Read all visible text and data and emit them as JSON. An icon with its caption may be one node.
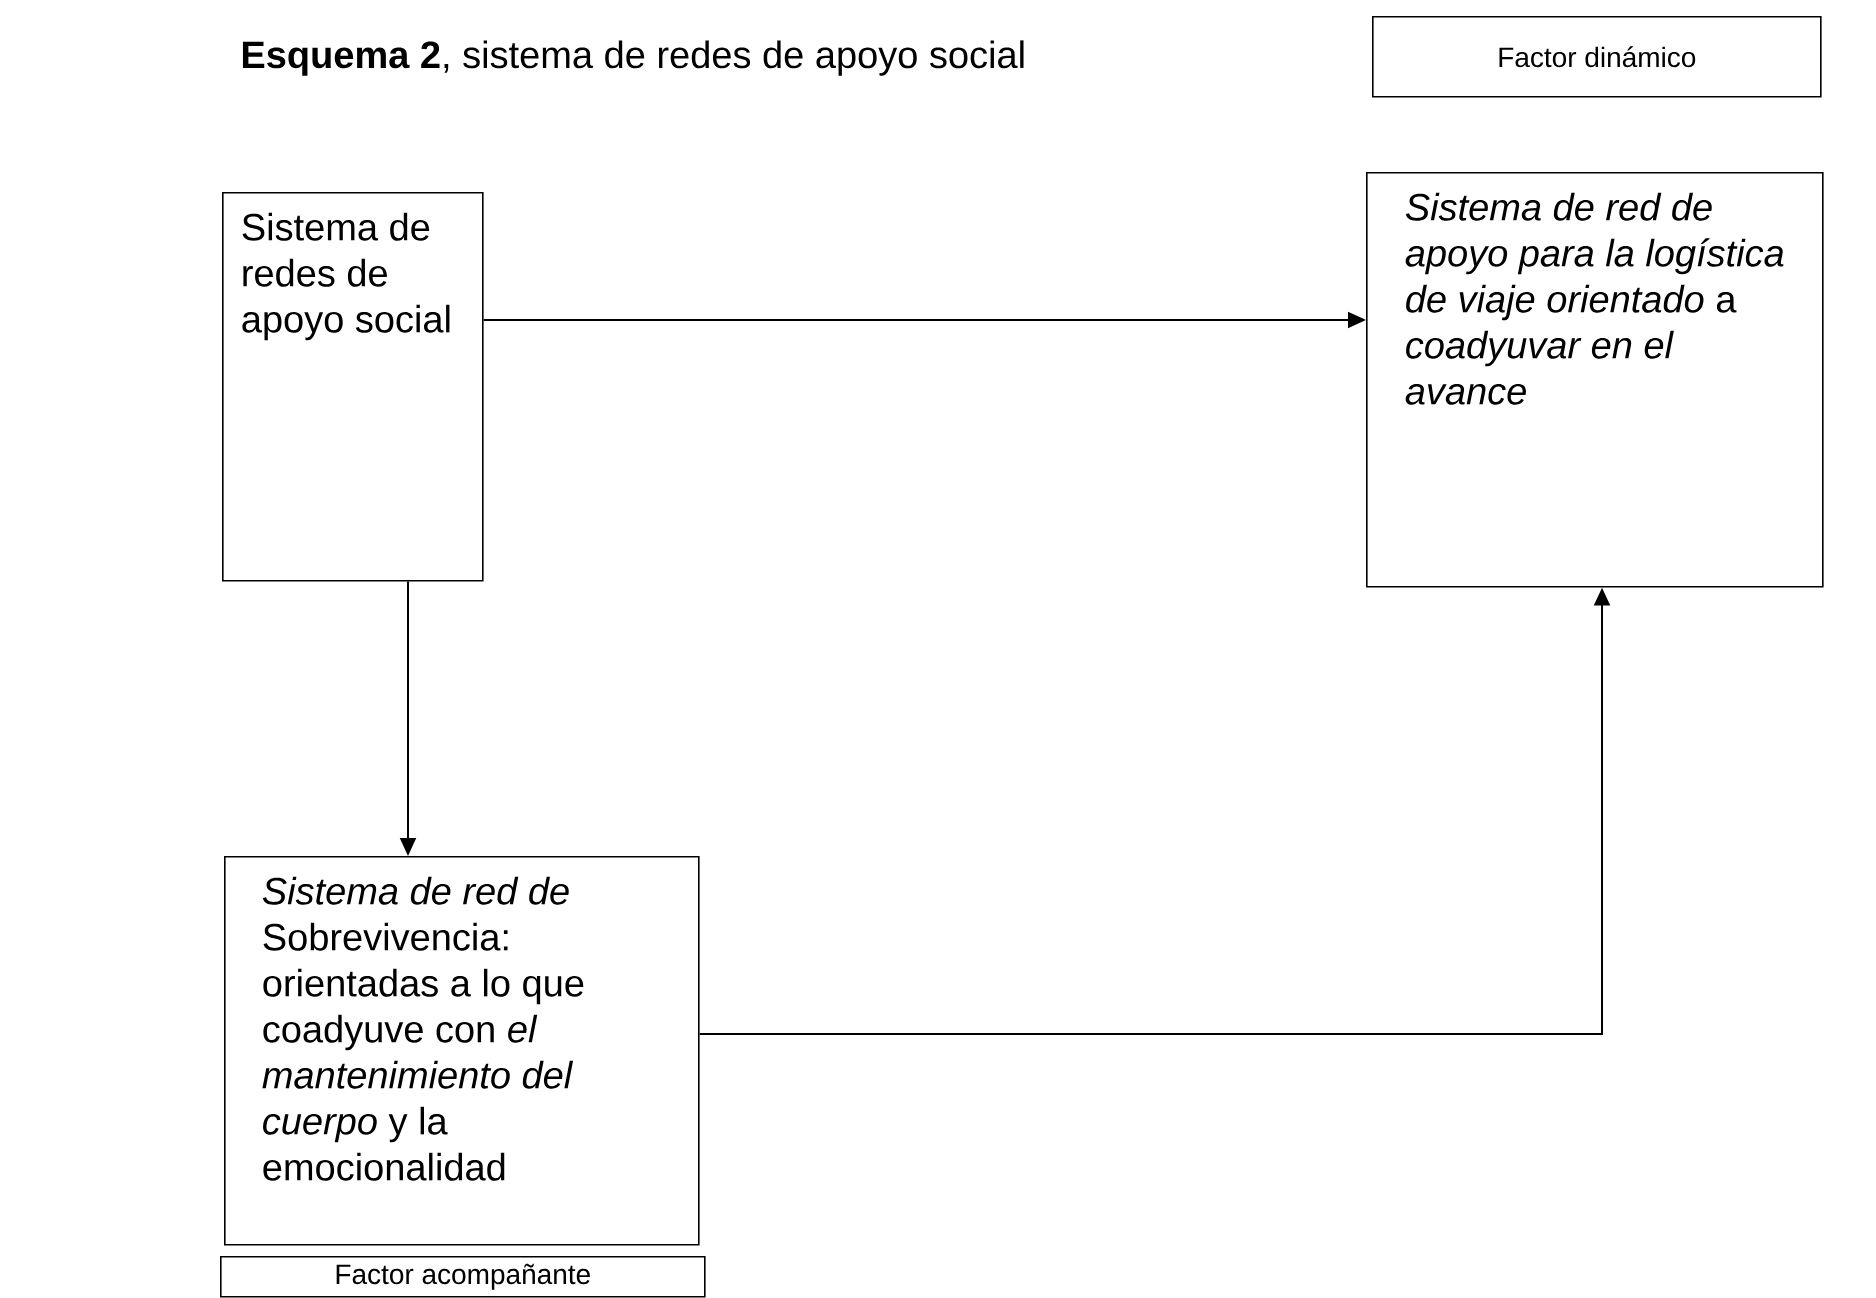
{
  "diagram": {
    "title": "**Esquema 2**, sistema de redes de apoyo social",
    "nodes": [
      {
        "text": [
          "Factor dinámico"
        ]
      },
      {
        "text": [
          "Sistema de redes de apoyo social"
        ]
      },
      {
        "text": [
          "*Sistema de red de apoyo para la logística de viaje orientado* a *coadyuvar en el avance*"
        ]
      },
      {
        "text": [
          "*Sistema de red de* Sobrevivencia: orientadas a lo que coadyuve con *el mantenimiento del cuerpo* y la emocionalidad"
        ]
      },
      {
        "text": [
          "Factor acompañante"
        ]
      }
    ],
    "edges": [
      {
        "from": 1,
        "to": 2,
        "arrow": "to"
      },
      {
        "from": 1,
        "to": 3,
        "arrow": "to"
      },
      {
        "from": 3,
        "to": 2,
        "arrow": "to"
      }
    ]
  }
}
